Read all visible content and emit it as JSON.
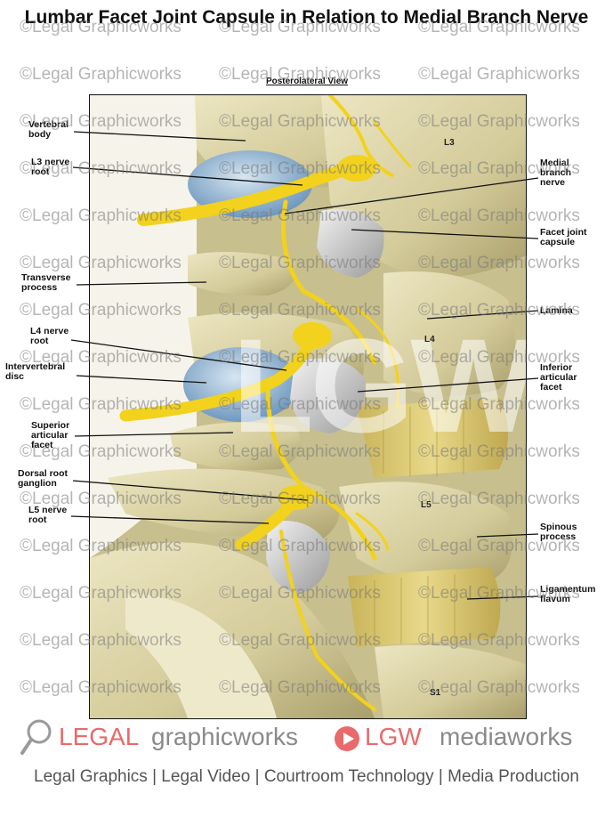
{
  "title": "Lumbar Facet Joint Capsule in Relation to Medial Branch Nerve",
  "view_label": "Posterolateral View",
  "labels_left": [
    {
      "text": "Vertebral\nbody"
    },
    {
      "text": "L3 nerve\nroot"
    },
    {
      "text": "Transverse\nprocess"
    },
    {
      "text": "L4 nerve\nroot"
    },
    {
      "text": "Intervertebral\ndisc"
    },
    {
      "text": "Superior\narticular\nfacet"
    },
    {
      "text": "Dorsal root\nganglion"
    },
    {
      "text": "L5 nerve\nroot"
    }
  ],
  "labels_right": [
    {
      "text": "Medial\nbranch\nnerve"
    },
    {
      "text": "Facet joint\ncapsule"
    },
    {
      "text": "Lamina"
    },
    {
      "text": "Inferior\narticular\nfacet"
    },
    {
      "text": "Spinous\nprocess"
    },
    {
      "text": "Ligamentum\nflavum"
    }
  ],
  "vertebra_labels": [
    "L3",
    "L4",
    "L5",
    "S1"
  ],
  "watermark_text": "©Legal Graphicworks",
  "center_watermark": "LGW",
  "brand": {
    "legal": "LEGAL",
    "graphicworks": "graphicworks",
    "lgw": "LGW",
    "mediaworks": "mediaworks"
  },
  "tagline": "Legal Graphics | Legal Video | Courtroom Technology | Media Production",
  "colors": {
    "bone": "#d9d2a6",
    "nerve": "#f2d21c",
    "disc": "#8fb6d6",
    "brand_red": "#e86a6a",
    "brand_gray": "#8a8a8a"
  }
}
